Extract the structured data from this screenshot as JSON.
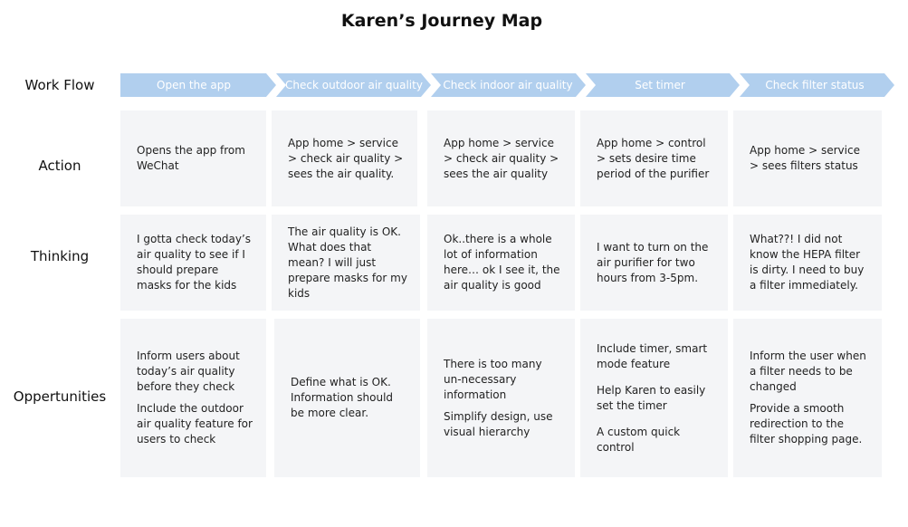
{
  "title": "Karen’s Journey Map",
  "rows": {
    "workflow": "Work Flow",
    "action": "Action",
    "thinking": "Thinking",
    "opportunities": "Oppertunities"
  },
  "colors": {
    "arrow": "#b1cfee",
    "card": "#f4f5f7"
  },
  "steps": [
    {
      "workflow": "Open the app",
      "action": [
        "Opens the app from WeChat"
      ],
      "thinking": [
        "I gotta check today’s air quality to see if I should prepare masks for the kids"
      ],
      "opportunities": [
        "Inform users about today’s air quality before they check",
        "Include the outdoor air quality feature for users to check"
      ]
    },
    {
      "workflow": "Check outdoor air quality",
      "action": [
        "App home  > service > check air quality > sees the air quality."
      ],
      "thinking": [
        "The air quality is OK. What does that mean? I will just prepare masks for my kids"
      ],
      "opportunities": [
        "Define what is OK. Information should be more clear."
      ]
    },
    {
      "workflow": "Check indoor air quality",
      "action": [
        "App home  > service > check air quality > sees the air quality"
      ],
      "thinking": [
        "Ok..there is a whole lot of information here… ok I see it, the air quality is good"
      ],
      "opportunities": [
        "There is too many un-necessary information",
        "Simplify design, use visual hierarchy"
      ]
    },
    {
      "workflow": "Set timer",
      "action": [
        "App home > control > sets desire time period of the purifier"
      ],
      "thinking": [
        "I want to turn on the air purifier for two hours from 3-5pm."
      ],
      "opportunities": [
        "Include timer, smart mode feature",
        "Help Karen to easily set the timer",
        "A custom quick control"
      ]
    },
    {
      "workflow": "Check filter status",
      "action": [
        "App home > service > sees filters status"
      ],
      "thinking": [
        "What??! I did not know the HEPA filter is dirty. I need to buy a filter immediately."
      ],
      "opportunities": [
        "Inform the user when a filter needs to be changed",
        "Provide a smooth redirection to the filter shopping page."
      ]
    }
  ]
}
